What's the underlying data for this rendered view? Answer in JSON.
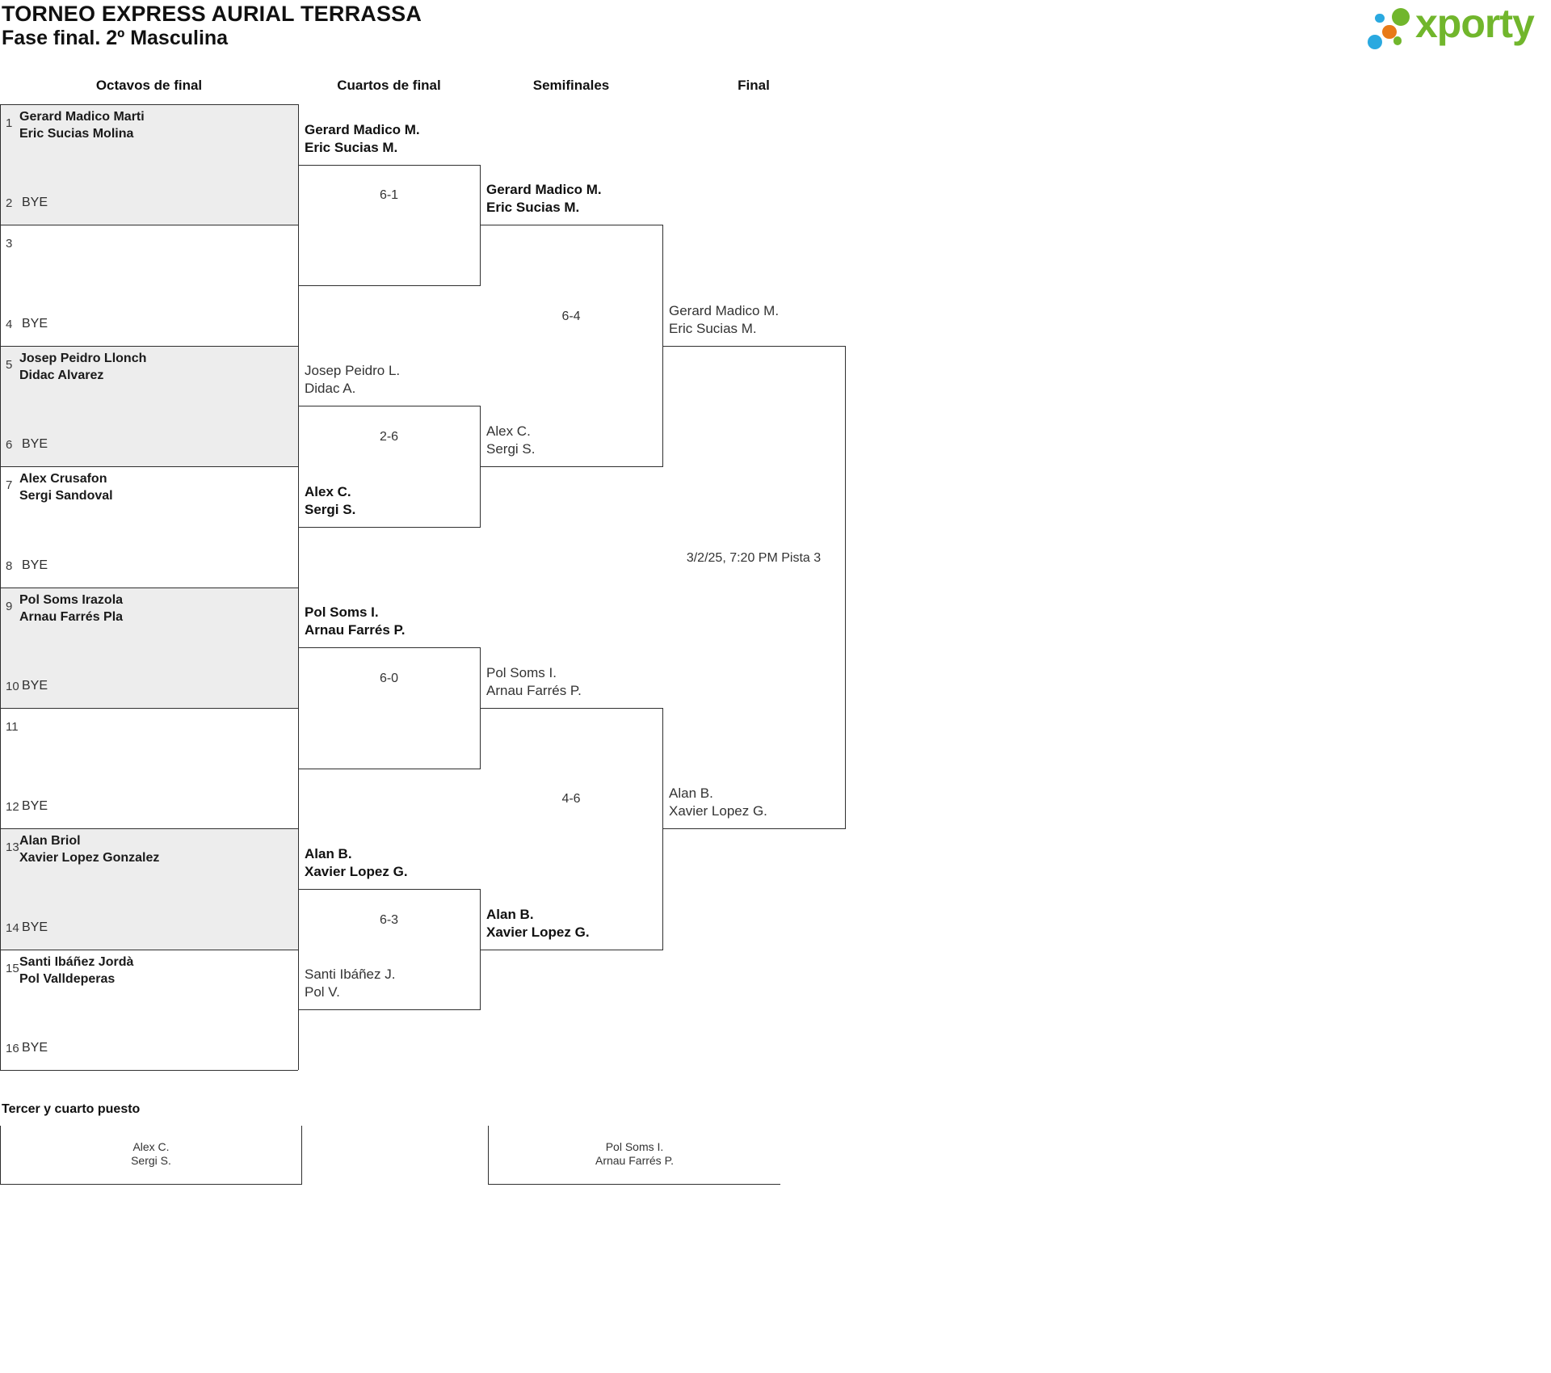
{
  "header": {
    "title_line1": "TORNEO EXPRESS AURIAL TERRASSA",
    "title_line2": "Fase final. 2º Masculina"
  },
  "logo": {
    "brand": "xporty"
  },
  "round_headers": [
    "Octavos de final",
    "Cuartos de final",
    "Semifinales",
    "Final"
  ],
  "bracket": {
    "round_of_16": [
      {
        "shaded": true,
        "seed_top": "1",
        "team_top": [
          "Gerard Madico Marti",
          "Eric Sucias Molina"
        ],
        "seed_bottom": "2",
        "bottom_text": "BYE"
      },
      {
        "shaded": false,
        "seed_top": "3",
        "team_top": null,
        "seed_bottom": "4",
        "bottom_text": "BYE"
      },
      {
        "shaded": true,
        "seed_top": "5",
        "team_top": [
          "Josep Peidro Llonch",
          "Didac Alvarez"
        ],
        "seed_bottom": "6",
        "bottom_text": "BYE"
      },
      {
        "shaded": false,
        "seed_top": "7",
        "team_top": [
          "Alex Crusafon",
          "Sergi Sandoval"
        ],
        "seed_bottom": "8",
        "bottom_text": "BYE"
      },
      {
        "shaded": true,
        "seed_top": "9",
        "team_top": [
          "Pol Soms Irazola",
          "Arnau Farrés Pla"
        ],
        "seed_bottom": "10",
        "bottom_text": "BYE"
      },
      {
        "shaded": false,
        "seed_top": "11",
        "team_top": null,
        "seed_bottom": "12",
        "bottom_text": "BYE"
      },
      {
        "shaded": true,
        "seed_top": "13",
        "team_top": [
          "Alan Briol",
          "Xavier Lopez Gonzalez"
        ],
        "seed_bottom": "14",
        "bottom_text": "BYE"
      },
      {
        "shaded": false,
        "seed_top": "15",
        "team_top": [
          "Santi Ibáñez Jordà",
          "Pol Valldeperas"
        ],
        "seed_bottom": "16",
        "bottom_text": "BYE"
      }
    ],
    "quarterfinals": [
      {
        "score": "6-1",
        "top": {
          "team": [
            "Gerard Madico M.",
            "Eric Sucias M."
          ],
          "bold": true
        },
        "bottom": null
      },
      {
        "score": "2-6",
        "top": {
          "team": [
            "Josep Peidro L.",
            "Didac A."
          ],
          "bold": false
        },
        "bottom": {
          "team": [
            "Alex C.",
            "Sergi S."
          ],
          "bold": true
        }
      },
      {
        "score": "6-0",
        "top": {
          "team": [
            "Pol Soms I.",
            "Arnau Farrés P."
          ],
          "bold": true
        },
        "bottom": null
      },
      {
        "score": "6-3",
        "top": {
          "team": [
            "Alan B.",
            "Xavier Lopez G."
          ],
          "bold": true
        },
        "bottom": {
          "team": [
            "Santi Ibáñez J.",
            "Pol V."
          ],
          "bold": false
        }
      }
    ],
    "semifinals": [
      {
        "score": "6-4",
        "top": {
          "team": [
            "Gerard Madico M.",
            "Eric Sucias M."
          ],
          "bold": true
        },
        "bottom": {
          "team": [
            "Alex C.",
            "Sergi S."
          ],
          "bold": false
        }
      },
      {
        "score": "4-6",
        "top": {
          "team": [
            "Pol Soms I.",
            "Arnau Farrés P."
          ],
          "bold": false
        },
        "bottom": {
          "team": [
            "Alan B.",
            "Xavier Lopez G."
          ],
          "bold": true
        }
      }
    ],
    "final": {
      "schedule": "3/2/25, 7:20 PM Pista 3",
      "top": {
        "team": [
          "Gerard Madico M.",
          "Eric Sucias M."
        ],
        "bold": false
      },
      "bottom": {
        "team": [
          "Alan B.",
          "Xavier Lopez G."
        ],
        "bold": false
      }
    }
  },
  "third_place": {
    "heading": "Tercer y cuarto puesto",
    "left_team": [
      "Alex C.",
      "Sergi S."
    ],
    "right_team": [
      "Pol Soms I.",
      "Arnau Farrés P."
    ]
  },
  "colors": {
    "border": "#2f2f2f",
    "shade": "#ededed",
    "accent_green": "#71b62c",
    "accent_blue": "#2aa9e0",
    "accent_orange": "#e87a18"
  }
}
